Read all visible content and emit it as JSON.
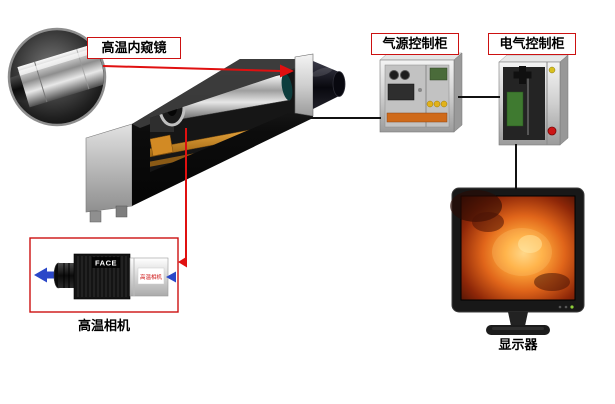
{
  "labels": {
    "endoscope": "高温内窥镜",
    "air_cabinet": "气源控制柜",
    "electric_cabinet": "电气控制柜",
    "camera": "高温相机",
    "monitor": "显示器"
  },
  "camera_unit": {
    "brand": "FACE",
    "sticker": "高温相机"
  },
  "colors": {
    "label_border": "#cc1111",
    "connector_red": "#e01010",
    "connector_black": "#111111",
    "arrow_blue": "#2a47c8",
    "rail_orange": "#c8791e",
    "screen_glow": "#ff9d2e"
  }
}
